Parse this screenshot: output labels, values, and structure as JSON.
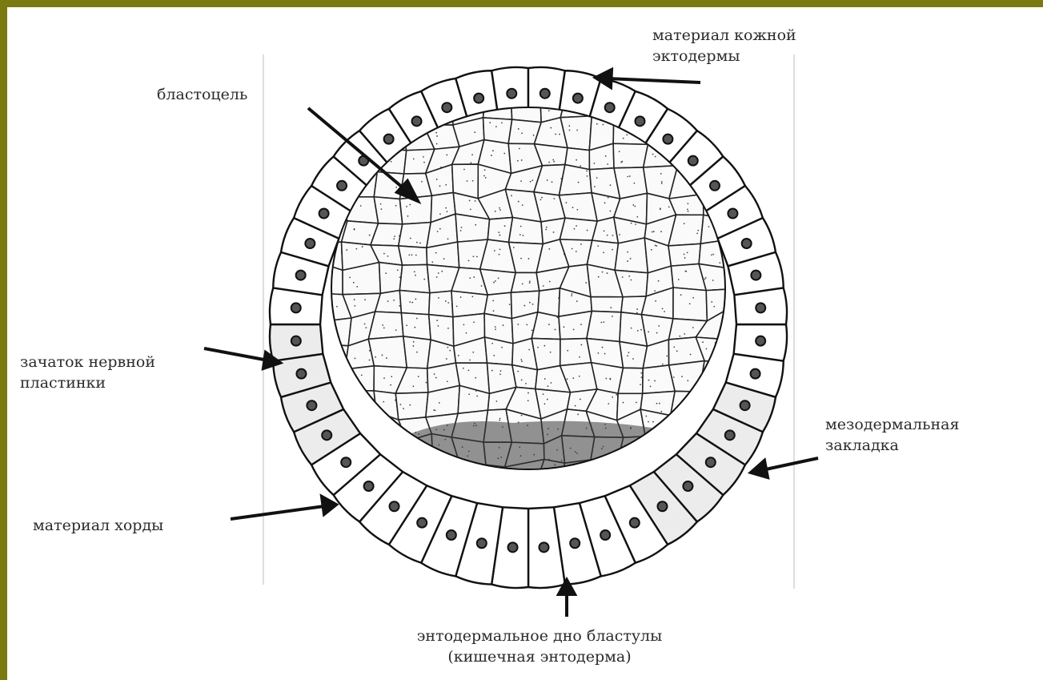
{
  "labels": {
    "blastocoel": "бластоцель",
    "skin_ectoderm": [
      "материал кожной",
      "эктодермы"
    ],
    "neural_plate": [
      "зачаток нервной",
      "пластинки"
    ],
    "mesoderm": [
      "мезодермальная",
      "закладка"
    ],
    "notochord": "материал хорды",
    "endoderm_floor": [
      "энтодермальное дно бластулы",
      "(кишечная энтодерма)"
    ]
  },
  "colors": {
    "border": "#7a7a10",
    "background": "#ffffff",
    "ink": "#1a1a1a"
  }
}
